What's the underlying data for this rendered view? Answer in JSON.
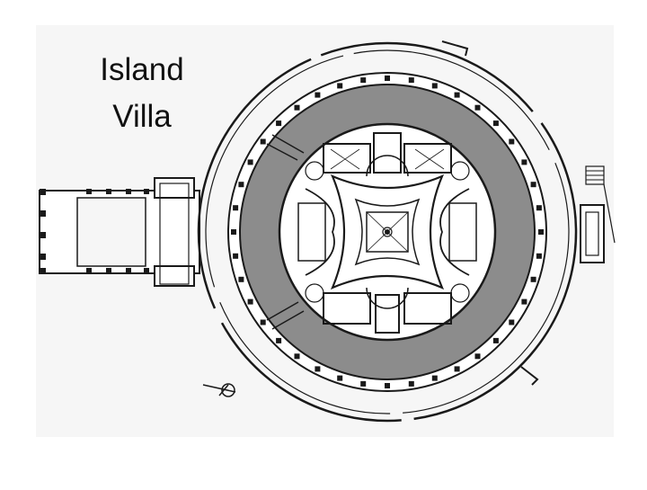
{
  "slide": {
    "title_lines": [
      "Island",
      "Villa"
    ]
  },
  "plan": {
    "kind": "architectural floor plan",
    "colors": {
      "paper": "#ffffff",
      "ink": "#1a1a1a",
      "annular_pool": "#8c8c8c",
      "scan_background": "#f4f4f4"
    },
    "icons": [
      "compass-icon"
    ]
  }
}
